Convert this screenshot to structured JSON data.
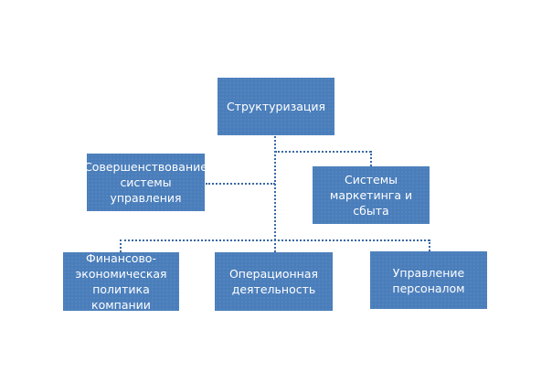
{
  "diagram": {
    "type": "org-chart",
    "root": {
      "label": "Структуризация"
    },
    "middle": [
      {
        "label": "Совершенствование\nсистемы\nуправления"
      },
      {
        "label": "Системы\nмаркетинга и сбыта"
      }
    ],
    "bottom": [
      {
        "label": "Финансово-\nэкономическая\nполитика компании"
      },
      {
        "label": "Операционная\nдеятельность"
      },
      {
        "label": "Управление\nперсоналом"
      }
    ],
    "colors": {
      "box_fill": "#4a7ebb",
      "connector": "#3a68a3",
      "text": "#ffffff"
    }
  }
}
